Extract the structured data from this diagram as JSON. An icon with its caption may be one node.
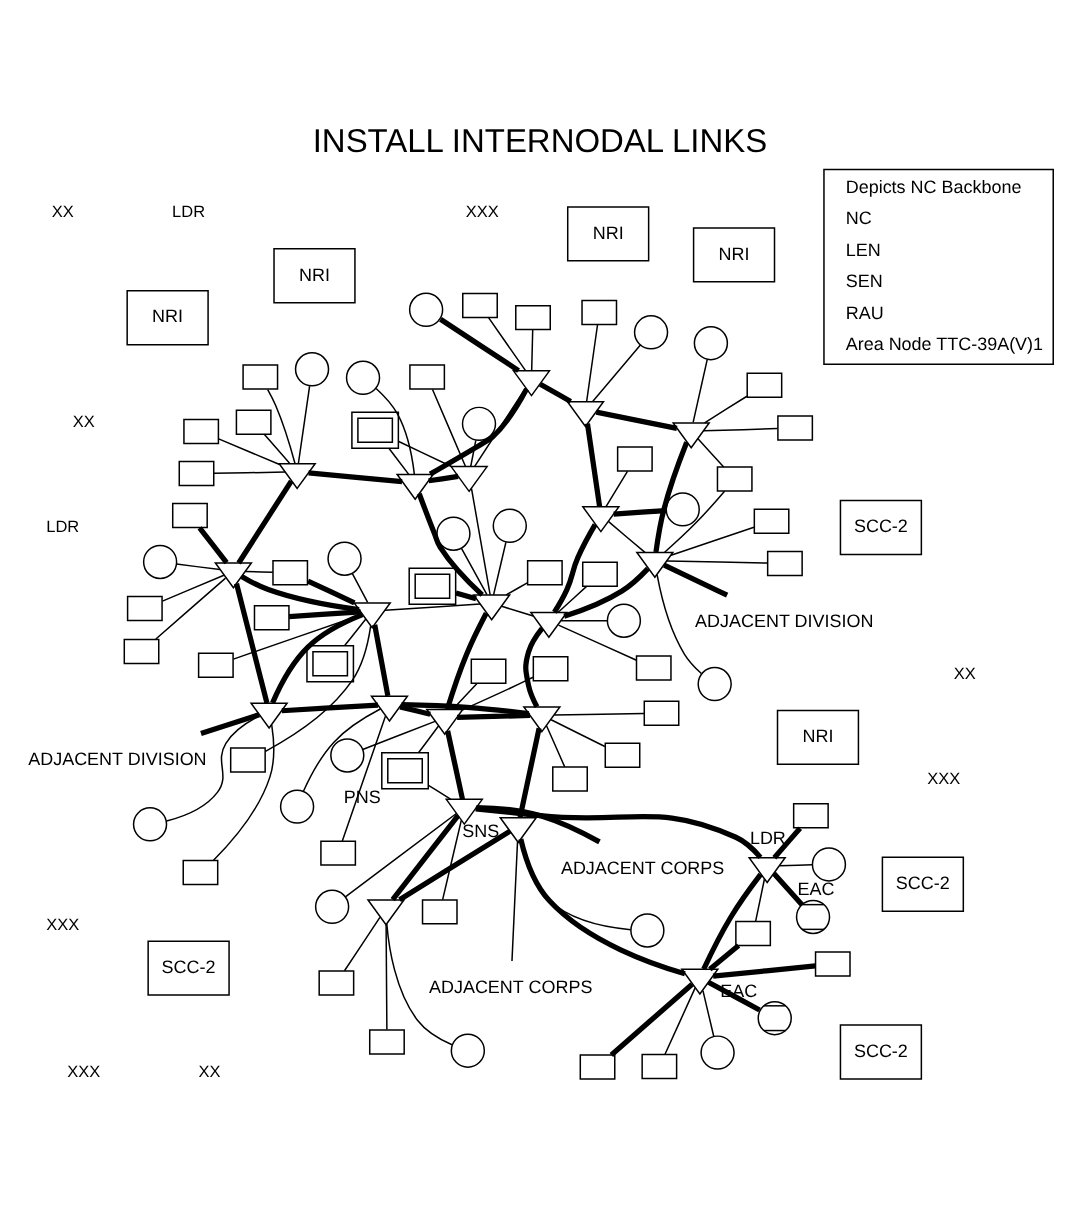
{
  "diagram": {
    "title": "INSTALL INTERNODAL LINKS",
    "nodes": [
      {
        "text": [
          "ADJACENT CORPS"
        ]
      },
      {
        "text": [],
        "shape": "circle",
        "beside": [
          "EAC"
        ]
      },
      {
        "text": [],
        "shape": "box"
      },
      {
        "text": [],
        "shape": "box"
      },
      {
        "text": [],
        "shape": "circle"
      },
      {
        "text": [],
        "shape": "box"
      },
      {
        "text": [],
        "shape": "triangle",
        "beside": [
          "SNS"
        ]
      },
      {
        "text": [],
        "shape": "triangle"
      },
      {
        "text": [],
        "shape": "box"
      },
      {
        "text": [],
        "shape": "triangle"
      },
      {
        "text": [],
        "shape": "circle"
      },
      {
        "text": [],
        "shape": "box"
      },
      {
        "text": [],
        "shape": "box"
      },
      {
        "text": [
          "NRI"
        ]
      },
      {
        "text": [],
        "shape": "circle"
      },
      {
        "text": [],
        "shape": "box"
      },
      {
        "text": [],
        "shape": "circle"
      },
      {
        "text": [],
        "shape": "box"
      },
      {
        "text": [
          "SCC-2"
        ]
      },
      {
        "text": [],
        "shape": "triangle"
      },
      {
        "text": [],
        "shape": "triangle",
        "beside": [
          "LDR"
        ]
      },
      {
        "text": [],
        "shape": "box"
      },
      {
        "text": [],
        "shape": "box",
        "beside": [
          "PNS"
        ]
      },
      {
        "text": [],
        "shape": "box"
      },
      {
        "text": [
          "NRI"
        ]
      },
      {
        "text": [],
        "shape": "triangle"
      },
      {
        "text": [],
        "shape": "triangle"
      },
      {
        "text": [],
        "shape": "box"
      },
      {
        "text": [],
        "shape": "box"
      },
      {
        "text": [],
        "shape": "box"
      },
      {
        "text": [],
        "shape": "circle"
      },
      {
        "text": [],
        "shape": "circle"
      },
      {
        "text": [],
        "shape": "circle",
        "beside": [
          "EAC"
        ]
      },
      {
        "text": [
          "ADJACENT CORPS"
        ]
      },
      {
        "text": [
          "ADJACENT DIVISION"
        ]
      },
      {
        "text": [],
        "shape": "circle"
      },
      {
        "text": [],
        "shape": "box"
      },
      {
        "text": [],
        "shape": "triangle"
      },
      {
        "text": [],
        "shape": "circle"
      },
      {
        "text": [
          "SCC-2"
        ]
      },
      {
        "text": [],
        "shape": "triangle"
      },
      {
        "text": [],
        "shape": "box"
      },
      {
        "text": [],
        "shape": "box"
      },
      {
        "text": [],
        "shape": "box"
      },
      {
        "text": [
          "NRI"
        ]
      },
      {
        "text": [],
        "shape": "box"
      },
      {
        "text": [],
        "shape": "box"
      },
      {
        "text": [],
        "shape": "box"
      },
      {
        "text": [],
        "shape": "circle"
      },
      {
        "text": [],
        "shape": "circle"
      },
      {
        "text": [],
        "shape": "triangle"
      },
      {
        "text": [],
        "shape": "triangle"
      },
      {
        "text": [],
        "shape": "triangle"
      },
      {
        "text": [],
        "shape": "circle"
      },
      {
        "text": [],
        "shape": "box"
      },
      {
        "text": [],
        "shape": "box"
      },
      {
        "text": [],
        "shape": "triangle"
      },
      {
        "text": [],
        "shape": "circle"
      },
      {
        "text": [
          "SCC-2"
        ]
      },
      {
        "text": [],
        "shape": "circle"
      },
      {
        "text": [],
        "shape": "box"
      },
      {
        "text": [],
        "shape": "box"
      },
      {
        "text": [],
        "shape": "box"
      },
      {
        "text": [],
        "shape": "triangle"
      },
      {
        "text": [],
        "shape": "circle"
      },
      {
        "text": [],
        "shape": "box"
      },
      {
        "text": [
          "NRI"
        ]
      },
      {
        "text": [],
        "shape": "box"
      },
      {
        "text": [],
        "shape": "box"
      },
      {
        "text": [],
        "shape": "circle"
      },
      {
        "text": [],
        "shape": "circle"
      },
      {
        "text": [],
        "shape": "triangle"
      },
      {
        "text": [],
        "shape": "triangle"
      },
      {
        "text": [],
        "shape": "circle"
      },
      {
        "text": [],
        "shape": "triangle"
      },
      {
        "text": [],
        "shape": "box"
      },
      {
        "text": [],
        "shape": "box"
      },
      {
        "text": [],
        "shape": "box"
      },
      {
        "text": [],
        "shape": "box"
      },
      {
        "text": [],
        "shape": "circle"
      },
      {
        "text": [],
        "shape": "box"
      },
      {
        "text": [],
        "shape": "box"
      },
      {
        "text": [],
        "shape": "box"
      },
      {
        "text": [],
        "shape": "circle"
      },
      {
        "text": [],
        "shape": "box"
      },
      {
        "text": [],
        "shape": "triangle"
      },
      {
        "text": [],
        "shape": "triangle"
      },
      {
        "text": [],
        "shape": "triangle"
      },
      {
        "text": [],
        "shape": "box"
      },
      {
        "text": [],
        "shape": "box"
      },
      {
        "text": [
          "SCC-2"
        ]
      },
      {
        "text": [],
        "shape": "box"
      },
      {
        "text": [],
        "shape": "triangle"
      },
      {
        "text": [],
        "shape": "circle"
      },
      {
        "text": [
          "NRI"
        ]
      },
      {
        "text": [],
        "shape": "box"
      },
      {
        "text": [],
        "shape": "box"
      },
      {
        "text": [],
        "shape": "circle"
      },
      {
        "text": [],
        "shape": "box"
      },
      {
        "text": [
          "ADJACENT DIVISION"
        ]
      }
    ],
    "edges": [
      {
        "from": 0,
        "to": 6,
        "arrow": "none"
      },
      {
        "from": 1,
        "to": 7,
        "arrow": "none",
        "style": "thick"
      },
      {
        "from": 2,
        "to": 7,
        "arrow": "none"
      },
      {
        "from": 3,
        "to": 7,
        "arrow": "none",
        "style": "thick"
      },
      {
        "from": 8,
        "to": 7,
        "arrow": "none",
        "style": "thick"
      },
      {
        "from": 6,
        "to": 7,
        "arrow": "none",
        "style": "thick"
      },
      {
        "from": 6,
        "to": 4,
        "arrow": "none"
      },
      {
        "from": 6,
        "to": 9,
        "arrow": "none",
        "style": "thick"
      },
      {
        "from": 6,
        "to": 19,
        "arrow": "none",
        "style": "thick"
      },
      {
        "from": 7,
        "to": 10,
        "arrow": "none"
      },
      {
        "from": 7,
        "to": 20,
        "arrow": "none",
        "style": "thick"
      },
      {
        "from": 7,
        "to": 15,
        "arrow": "none",
        "style": "thick"
      },
      {
        "from": 8,
        "to": 20,
        "arrow": "none"
      },
      {
        "from": 20,
        "to": 14,
        "arrow": "none"
      },
      {
        "from": 20,
        "to": 27,
        "arrow": "none",
        "style": "thick"
      },
      {
        "from": 20,
        "to": 32,
        "arrow": "none",
        "style": "thick"
      },
      {
        "from": 20,
        "to": 26,
        "arrow": "none",
        "style": "thick"
      },
      {
        "from": 19,
        "to": 11,
        "arrow": "none"
      },
      {
        "from": 19,
        "to": 16,
        "arrow": "none"
      },
      {
        "from": 19,
        "to": 23,
        "arrow": "none"
      },
      {
        "from": 19,
        "to": 26,
        "arrow": "none",
        "style": "thick"
      },
      {
        "from": 22,
        "to": 26,
        "arrow": "none"
      },
      {
        "from": 22,
        "to": 25,
        "arrow": "none"
      },
      {
        "from": 26,
        "to": 28,
        "arrow": "none"
      },
      {
        "from": 26,
        "to": 30,
        "arrow": "none"
      },
      {
        "from": 26,
        "to": 33,
        "arrow": "none",
        "style": "thick"
      },
      {
        "from": 26,
        "to": 25,
        "arrow": "none",
        "style": "thick"
      },
      {
        "from": 25,
        "to": 17,
        "arrow": "none"
      },
      {
        "from": 25,
        "to": 9,
        "arrow": "none",
        "style": "thick"
      },
      {
        "from": 25,
        "to": 29,
        "arrow": "none"
      },
      {
        "from": 25,
        "to": 31,
        "arrow": "none"
      },
      {
        "from": 25,
        "to": 71,
        "arrow": "none",
        "style": "thick"
      },
      {
        "from": 25,
        "to": 86,
        "arrow": "none",
        "style": "thick"
      },
      {
        "from": 9,
        "to": 5,
        "arrow": "none"
      },
      {
        "from": 9,
        "to": 12,
        "arrow": "none"
      },
      {
        "from": 9,
        "to": 21,
        "arrow": "none"
      },
      {
        "from": 9,
        "to": 50,
        "arrow": "none",
        "style": "thick"
      },
      {
        "from": 9,
        "to": 86,
        "arrow": "none",
        "style": "thick"
      },
      {
        "from": 34,
        "to": 40,
        "arrow": "none",
        "style": "thick"
      },
      {
        "from": 40,
        "to": 37,
        "arrow": "none",
        "style": "thick"
      },
      {
        "from": 40,
        "to": 50,
        "arrow": "none",
        "style": "thick"
      },
      {
        "from": 40,
        "to": 38,
        "arrow": "none"
      },
      {
        "from": 40,
        "to": 45,
        "arrow": "none"
      },
      {
        "from": 40,
        "to": 47,
        "arrow": "none"
      },
      {
        "from": 40,
        "to": 52,
        "arrow": "none"
      },
      {
        "from": 40,
        "to": 46,
        "arrow": "none"
      },
      {
        "from": 37,
        "to": 35,
        "arrow": "none"
      },
      {
        "from": 37,
        "to": 36,
        "arrow": "none"
      },
      {
        "from": 37,
        "to": 41,
        "arrow": "none"
      },
      {
        "from": 37,
        "to": 51,
        "arrow": "none",
        "style": "thick"
      },
      {
        "from": 37,
        "to": 47,
        "arrow": "none"
      },
      {
        "from": 51,
        "to": 43,
        "arrow": "none"
      },
      {
        "from": 51,
        "to": 49,
        "arrow": "none"
      },
      {
        "from": 51,
        "to": 52,
        "arrow": "none",
        "style": "thick"
      },
      {
        "from": 51,
        "to": 56,
        "arrow": "none",
        "style": "thick"
      },
      {
        "from": 50,
        "to": 42,
        "arrow": "none"
      },
      {
        "from": 50,
        "to": 48,
        "arrow": "none"
      },
      {
        "from": 50,
        "to": 52,
        "arrow": "none",
        "style": "thick"
      },
      {
        "from": 50,
        "to": 54,
        "arrow": "none"
      },
      {
        "from": 50,
        "to": 71,
        "arrow": "none"
      },
      {
        "from": 52,
        "to": 55,
        "arrow": "none"
      },
      {
        "from": 52,
        "to": 53,
        "arrow": "none",
        "style": "thick"
      },
      {
        "from": 56,
        "to": 57,
        "arrow": "none",
        "style": "thick"
      },
      {
        "from": 56,
        "to": 60,
        "arrow": "none"
      },
      {
        "from": 56,
        "to": 61,
        "arrow": "none"
      },
      {
        "from": 56,
        "to": 72,
        "arrow": "none",
        "style": "thick"
      },
      {
        "from": 56,
        "to": 63,
        "arrow": "none"
      },
      {
        "from": 63,
        "to": 65,
        "arrow": "none"
      },
      {
        "from": 63,
        "to": 68,
        "arrow": "none"
      },
      {
        "from": 63,
        "to": 72,
        "arrow": "none",
        "style": "thick"
      },
      {
        "from": 63,
        "to": 71,
        "arrow": "none"
      },
      {
        "from": 59,
        "to": 63,
        "arrow": "none"
      },
      {
        "from": 72,
        "to": 71,
        "arrow": "none",
        "style": "thick"
      },
      {
        "from": 72,
        "to": 74,
        "arrow": "none",
        "style": "thick"
      },
      {
        "from": 72,
        "to": 68,
        "arrow": "none"
      },
      {
        "from": 72,
        "to": 70,
        "arrow": "none"
      },
      {
        "from": 71,
        "to": 64,
        "arrow": "none"
      },
      {
        "from": 71,
        "to": 62,
        "arrow": "none",
        "style": "thick"
      },
      {
        "from": 71,
        "to": 69,
        "arrow": "none"
      },
      {
        "from": 71,
        "to": 75,
        "arrow": "none"
      },
      {
        "from": 74,
        "to": 73,
        "arrow": "none"
      },
      {
        "from": 74,
        "to": 78,
        "arrow": "none"
      },
      {
        "from": 74,
        "to": 67,
        "arrow": "none"
      },
      {
        "from": 74,
        "to": 77,
        "arrow": "none"
      },
      {
        "from": 74,
        "to": 76,
        "arrow": "none"
      },
      {
        "from": 74,
        "to": 87,
        "arrow": "none",
        "style": "thick"
      },
      {
        "from": 86,
        "to": 79,
        "arrow": "none"
      },
      {
        "from": 86,
        "to": 80,
        "arrow": "none"
      },
      {
        "from": 86,
        "to": 85,
        "arrow": "none",
        "style": "thick"
      },
      {
        "from": 86,
        "to": 92,
        "arrow": "none",
        "style": "thick"
      },
      {
        "from": 85,
        "to": 81,
        "arrow": "none"
      },
      {
        "from": 85,
        "to": 89,
        "arrow": "none"
      },
      {
        "from": 85,
        "to": 91,
        "arrow": "none"
      },
      {
        "from": 85,
        "to": 83,
        "arrow": "none"
      },
      {
        "from": 85,
        "to": 88,
        "arrow": "none",
        "style": "thick"
      },
      {
        "from": 85,
        "to": 87,
        "arrow": "none",
        "style": "thick"
      },
      {
        "from": 85,
        "to": 92,
        "arrow": "none",
        "style": "thick"
      },
      {
        "from": 85,
        "to": 82,
        "arrow": "none",
        "style": "thick"
      },
      {
        "from": 85,
        "to": 71,
        "arrow": "none"
      },
      {
        "from": 92,
        "to": 87,
        "arrow": "none",
        "style": "thick"
      },
      {
        "from": 92,
        "to": 96,
        "arrow": "none"
      },
      {
        "from": 92,
        "to": 97,
        "arrow": "none"
      },
      {
        "from": 92,
        "to": 99,
        "arrow": "none",
        "style": "thick"
      },
      {
        "from": 87,
        "to": 84,
        "arrow": "none"
      },
      {
        "from": 87,
        "to": 93,
        "arrow": "none"
      },
      {
        "from": 87,
        "to": 95,
        "arrow": "none",
        "style": "thick"
      },
      {
        "from": 87,
        "to": 98,
        "arrow": "none"
      },
      {
        "from": 87,
        "to": 82,
        "arrow": "none"
      }
    ],
    "labels": [
      "XX",
      "XXX",
      "XX",
      "XXX",
      "XXX",
      "LDR",
      "XX",
      "LDR",
      "XXX",
      "XX"
    ],
    "legend": [
      {
        "text": "Depicts NC Backbone"
      },
      {
        "text": "NC"
      },
      {
        "text": "LEN"
      },
      {
        "text": "SEN"
      },
      {
        "text": "RAU"
      },
      {
        "text": "Area Node TTC-39A(V)1"
      }
    ]
  }
}
